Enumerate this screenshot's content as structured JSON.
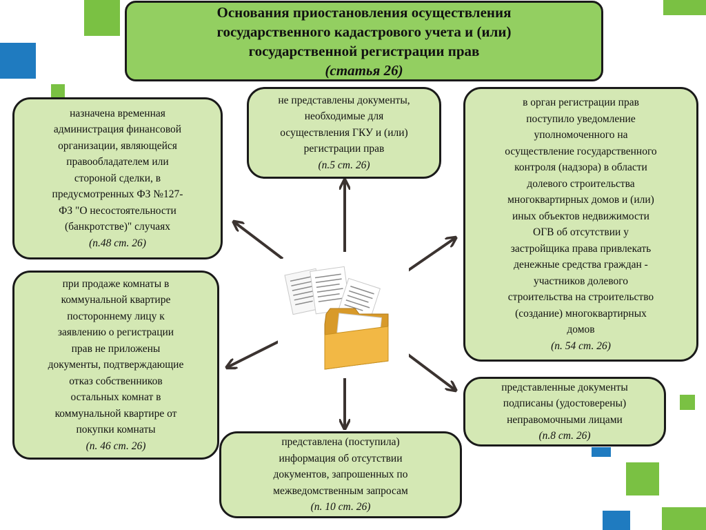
{
  "colors": {
    "title_fill": "#93cf61",
    "box_fill": "#d4e8b4",
    "border": "#1a1a1a",
    "arrow": "#3b3330",
    "accent_green": "#7ac143",
    "accent_blue": "#1f7bc0"
  },
  "icons": {
    "center_image": "folder-with-documents-icon"
  },
  "title": {
    "text": "Основания приостановления осуществления\nгосударственного кадастрового учета и (или)\nгосударственной регистрации прав",
    "subtitle": "(статья 26)"
  },
  "boxes": {
    "left_top": {
      "text": "назначена временная\nадминистрация финансовой\nорганизации, являющейся\nправообладателем или\nстороной сделки, в\nпредусмотренных ФЗ №127-\nФЗ \"О несостоятельности\n(банкротстве)\" случаях",
      "ref": "(п.48 ст. 26)"
    },
    "center_top": {
      "text": "не представлены документы,\nнеобходимые для\nосуществления ГКУ и (или)\nрегистрации прав",
      "ref": "(п.5 ст. 26)"
    },
    "right_top": {
      "text": "в орган регистрации прав\nпоступило уведомление\nуполномоченного на\nосуществление государственного\nконтроля (надзора) в области\nдолевого строительства\nмногоквартирных домов и (или)\nиных объектов недвижимости\nОГВ об отсутствии у\nзастройщика права привлекать\nденежные средства граждан -\nучастников долевого\nстроительства на строительство\n(создание) многоквартирных\nдомов",
      "ref": "(п. 54 ст. 26)"
    },
    "left_bottom": {
      "text": "при продаже комнаты в\nкоммунальной квартире\nпостороннему лицу к\nзаявлению о регистрации\nправ не приложены\nдокументы, подтверждающие\nотказ собственников\nостальных комнат в\nкоммунальной квартире от\nпокупки комнаты",
      "ref": "(п. 46 ст. 26)"
    },
    "center_bottom": {
      "text": "представлена (поступила)\nинформация об отсутствии\nдокументов, запрошенных по\nмежведомственным запросам",
      "ref": "(п. 10 ст. 26)"
    },
    "right_bottom": {
      "text": "представленные документы\nподписаны (удостоверены)\nнеправомочными лицами",
      "ref": "(п.8 ст. 26)"
    }
  }
}
